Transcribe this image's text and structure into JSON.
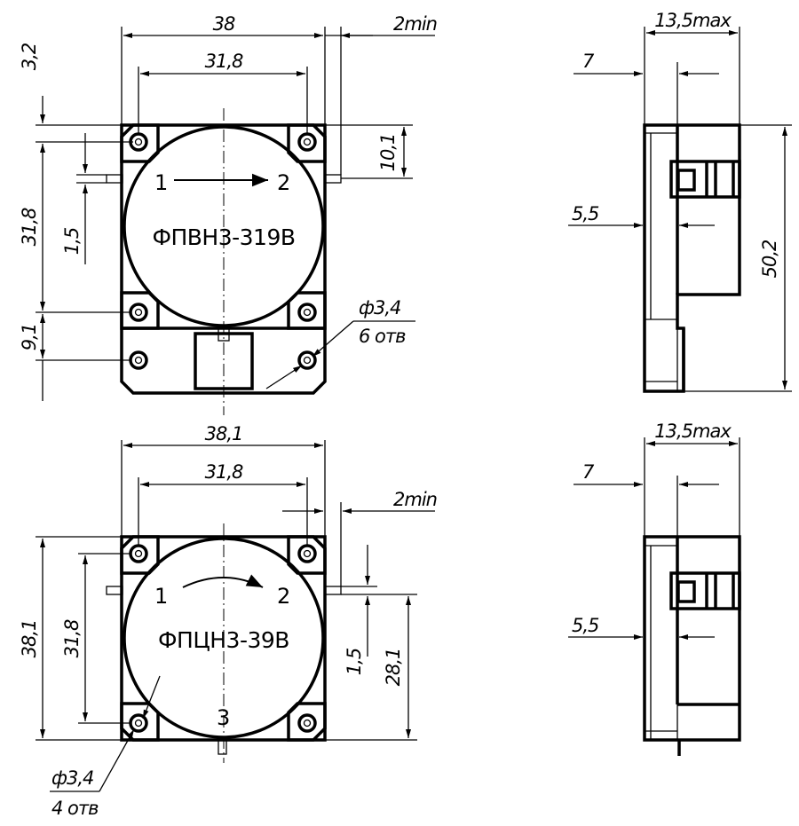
{
  "top_view_1": {
    "part_label": "ФПВН3-319В",
    "port_in": "1",
    "port_out": "2",
    "dims": {
      "overall_width": "38",
      "hole_spacing_h": "31,8",
      "pin_length": "2min",
      "top_offset": "3,2",
      "hole_spacing_v": "31,8",
      "pin_height": "1,5",
      "bottom_offset": "9,1",
      "pin_offset": "10,1",
      "hole_dia": "ф3,4",
      "hole_count": "6 отв"
    }
  },
  "side_view_1": {
    "dims": {
      "thickness": "13,5max",
      "step_top": "7",
      "step_mid": "5,5",
      "height": "50,2"
    }
  },
  "top_view_2": {
    "part_label": "ФПЦН3-39В",
    "port_1": "1",
    "port_2": "2",
    "port_3": "3",
    "dims": {
      "overall_width": "38,1",
      "hole_spacing_h": "31,8",
      "pin_length": "2min",
      "overall_height": "38,1",
      "hole_spacing_v": "31,8",
      "pin_height": "1,5",
      "pin_offset": "28,1",
      "hole_dia": "ф3,4",
      "hole_count": "4 отв"
    }
  },
  "side_view_2": {
    "dims": {
      "thickness": "13,5max",
      "step_top": "7",
      "step_mid": "5,5"
    }
  }
}
